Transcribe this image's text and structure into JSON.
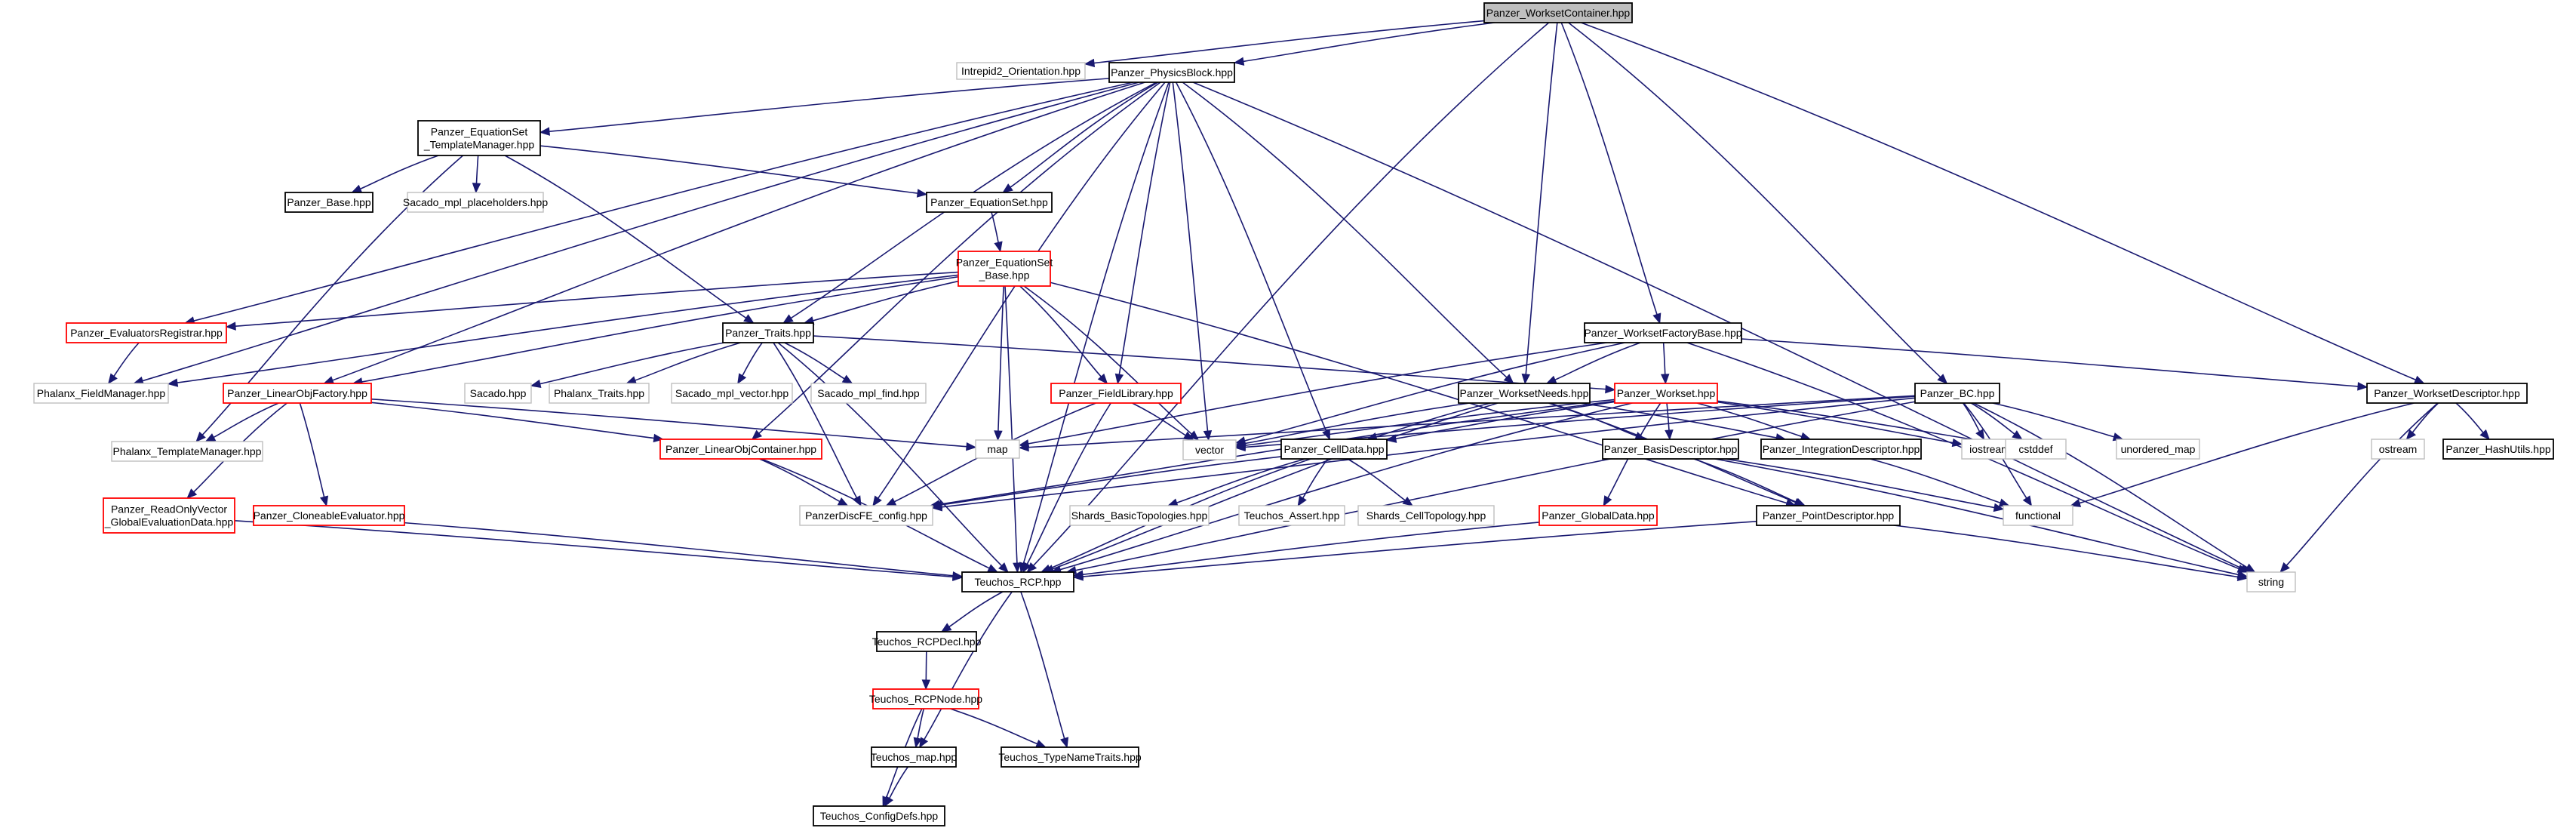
{
  "colors": {
    "root_fill": "#bfbfbf",
    "documented_border": "#000000",
    "external_border": "#bfbfbf",
    "incomplete_border": "#ff0000",
    "edge": "#191970",
    "background": "#ffffff"
  },
  "nodes": [
    {
      "id": "root",
      "label": "Panzer_WorksetContainer.hpp",
      "style": "root"
    },
    {
      "id": "intrepid",
      "label": "Intrepid2_Orientation.hpp",
      "style": "external"
    },
    {
      "id": "physics",
      "label": "Panzer_PhysicsBlock.hpp",
      "style": "documented"
    },
    {
      "id": "eqtm",
      "label": [
        "Panzer_EquationSet",
        "_TemplateManager.hpp"
      ],
      "style": "documented"
    },
    {
      "id": "base",
      "label": "Panzer_Base.hpp",
      "style": "documented"
    },
    {
      "id": "sacado_mpl_ph",
      "label": "Sacado_mpl_placeholders.hpp",
      "style": "external"
    },
    {
      "id": "eqset",
      "label": "Panzer_EquationSet.hpp",
      "style": "documented"
    },
    {
      "id": "eqset_base",
      "label": [
        "Panzer_EquationSet",
        "_Base.hpp"
      ],
      "style": "incomplete"
    },
    {
      "id": "evreg",
      "label": "Panzer_EvaluatorsRegistrar.hpp",
      "style": "incomplete"
    },
    {
      "id": "traits",
      "label": "Panzer_Traits.hpp",
      "style": "documented"
    },
    {
      "id": "wfb",
      "label": "Panzer_WorksetFactoryBase.hpp",
      "style": "documented"
    },
    {
      "id": "phx_fm",
      "label": "Phalanx_FieldManager.hpp",
      "style": "external"
    },
    {
      "id": "lof",
      "label": "Panzer_LinearObjFactory.hpp",
      "style": "incomplete"
    },
    {
      "id": "sacado",
      "label": "Sacado.hpp",
      "style": "external"
    },
    {
      "id": "phx_traits",
      "label": "Phalanx_Traits.hpp",
      "style": "external"
    },
    {
      "id": "sacado_vec",
      "label": "Sacado_mpl_vector.hpp",
      "style": "external"
    },
    {
      "id": "sacado_find",
      "label": "Sacado_mpl_find.hpp",
      "style": "external"
    },
    {
      "id": "fieldlib",
      "label": "Panzer_FieldLibrary.hpp",
      "style": "incomplete"
    },
    {
      "id": "wneeds",
      "label": "Panzer_WorksetNeeds.hpp",
      "style": "documented"
    },
    {
      "id": "workset",
      "label": "Panzer_Workset.hpp",
      "style": "incomplete"
    },
    {
      "id": "bc",
      "label": "Panzer_BC.hpp",
      "style": "documented"
    },
    {
      "id": "wdesc",
      "label": "Panzer_WorksetDescriptor.hpp",
      "style": "documented"
    },
    {
      "id": "phx_tm",
      "label": "Phalanx_TemplateManager.hpp",
      "style": "external"
    },
    {
      "id": "loc",
      "label": "Panzer_LinearObjContainer.hpp",
      "style": "incomplete"
    },
    {
      "id": "map",
      "label": "map",
      "style": "external"
    },
    {
      "id": "vector",
      "label": "vector",
      "style": "external"
    },
    {
      "id": "celldata",
      "label": "Panzer_CellData.hpp",
      "style": "documented"
    },
    {
      "id": "basisdesc",
      "label": "Panzer_BasisDescriptor.hpp",
      "style": "documented"
    },
    {
      "id": "intdesc",
      "label": "Panzer_IntegrationDescriptor.hpp",
      "style": "documented"
    },
    {
      "id": "iostream",
      "label": "iostream",
      "style": "external"
    },
    {
      "id": "cstddef",
      "label": "cstddef",
      "style": "external"
    },
    {
      "id": "umap",
      "label": "unordered_map",
      "style": "external"
    },
    {
      "id": "ostream",
      "label": "ostream",
      "style": "external"
    },
    {
      "id": "hashutils",
      "label": "Panzer_HashUtils.hpp",
      "style": "documented"
    },
    {
      "id": "rovector",
      "label": [
        "Panzer_ReadOnlyVector",
        "_GlobalEvaluationData.hpp"
      ],
      "style": "incomplete"
    },
    {
      "id": "cloneable",
      "label": "Panzer_CloneableEvaluator.hpp",
      "style": "incomplete"
    },
    {
      "id": "discfe",
      "label": "PanzerDiscFE_config.hpp",
      "style": "external"
    },
    {
      "id": "shards_basic",
      "label": "Shards_BasicTopologies.hpp",
      "style": "external"
    },
    {
      "id": "teuchos_assert",
      "label": "Teuchos_Assert.hpp",
      "style": "external"
    },
    {
      "id": "shards_cell",
      "label": "Shards_CellTopology.hpp",
      "style": "external"
    },
    {
      "id": "globaldata",
      "label": "Panzer_GlobalData.hpp",
      "style": "incomplete"
    },
    {
      "id": "pointdesc",
      "label": "Panzer_PointDescriptor.hpp",
      "style": "documented"
    },
    {
      "id": "functional",
      "label": "functional",
      "style": "external"
    },
    {
      "id": "string",
      "label": "string",
      "style": "external"
    },
    {
      "id": "rcp",
      "label": "Teuchos_RCP.hpp",
      "style": "documented"
    },
    {
      "id": "rcpdecl",
      "label": "Teuchos_RCPDecl.hpp",
      "style": "documented"
    },
    {
      "id": "rcpnode",
      "label": "Teuchos_RCPNode.hpp",
      "style": "incomplete"
    },
    {
      "id": "tmap",
      "label": "Teuchos_map.hpp",
      "style": "documented"
    },
    {
      "id": "typenametraits",
      "label": "Teuchos_TypeNameTraits.hpp",
      "style": "documented"
    },
    {
      "id": "configdefs",
      "label": "Teuchos_ConfigDefs.hpp",
      "style": "documented"
    }
  ],
  "edges": [
    [
      "root",
      "intrepid"
    ],
    [
      "root",
      "physics"
    ],
    [
      "root",
      "wneeds"
    ],
    [
      "root",
      "wfb"
    ],
    [
      "root",
      "bc"
    ],
    [
      "root",
      "wdesc"
    ],
    [
      "root",
      "rcp"
    ],
    [
      "physics",
      "eqtm"
    ],
    [
      "physics",
      "eqset"
    ],
    [
      "physics",
      "evreg"
    ],
    [
      "physics",
      "traits"
    ],
    [
      "physics",
      "phx_fm"
    ],
    [
      "physics",
      "lof"
    ],
    [
      "physics",
      "fieldlib"
    ],
    [
      "physics",
      "wneeds"
    ],
    [
      "physics",
      "celldata"
    ],
    [
      "physics",
      "vector"
    ],
    [
      "physics",
      "discfe"
    ],
    [
      "physics",
      "rcp"
    ],
    [
      "physics",
      "string"
    ],
    [
      "physics",
      "loc"
    ],
    [
      "eqtm",
      "base"
    ],
    [
      "eqtm",
      "sacado_mpl_ph"
    ],
    [
      "eqtm",
      "eqset"
    ],
    [
      "eqtm",
      "traits"
    ],
    [
      "eqtm",
      "phx_tm"
    ],
    [
      "eqset",
      "eqset_base"
    ],
    [
      "eqset_base",
      "evreg"
    ],
    [
      "eqset_base",
      "traits"
    ],
    [
      "eqset_base",
      "phx_fm"
    ],
    [
      "eqset_base",
      "lof"
    ],
    [
      "eqset_base",
      "fieldlib"
    ],
    [
      "eqset_base",
      "map"
    ],
    [
      "eqset_base",
      "vector"
    ],
    [
      "eqset_base",
      "rcp"
    ],
    [
      "eqset_base",
      "pointdesc"
    ],
    [
      "evreg",
      "phx_fm"
    ],
    [
      "traits",
      "sacado"
    ],
    [
      "traits",
      "phx_traits"
    ],
    [
      "traits",
      "sacado_vec"
    ],
    [
      "traits",
      "sacado_find"
    ],
    [
      "traits",
      "discfe"
    ],
    [
      "traits",
      "workset"
    ],
    [
      "traits",
      "rcp"
    ],
    [
      "lof",
      "phx_tm"
    ],
    [
      "lof",
      "rovector"
    ],
    [
      "lof",
      "cloneable"
    ],
    [
      "lof",
      "loc"
    ],
    [
      "lof",
      "map"
    ],
    [
      "loc",
      "discfe"
    ],
    [
      "loc",
      "rcp"
    ],
    [
      "fieldlib",
      "vector"
    ],
    [
      "fieldlib",
      "discfe"
    ],
    [
      "fieldlib",
      "rcp"
    ],
    [
      "wfb",
      "map"
    ],
    [
      "wfb",
      "vector"
    ],
    [
      "wfb",
      "wneeds"
    ],
    [
      "wfb",
      "workset"
    ],
    [
      "wfb",
      "wdesc"
    ],
    [
      "wfb",
      "string"
    ],
    [
      "wneeds",
      "basisdesc"
    ],
    [
      "wneeds",
      "intdesc"
    ],
    [
      "wneeds",
      "pointdesc"
    ],
    [
      "wneeds",
      "vector"
    ],
    [
      "wneeds",
      "rcp"
    ],
    [
      "wneeds",
      "celldata"
    ],
    [
      "workset",
      "celldata"
    ],
    [
      "workset",
      "basisdesc"
    ],
    [
      "workset",
      "intdesc"
    ],
    [
      "workset",
      "iostream"
    ],
    [
      "workset",
      "cstddef"
    ],
    [
      "workset",
      "vector"
    ],
    [
      "workset",
      "discfe"
    ],
    [
      "workset",
      "globaldata"
    ],
    [
      "workset",
      "rcp"
    ],
    [
      "bc",
      "map"
    ],
    [
      "bc",
      "vector"
    ],
    [
      "bc",
      "string"
    ],
    [
      "bc",
      "iostream"
    ],
    [
      "bc",
      "cstddef"
    ],
    [
      "bc",
      "umap"
    ],
    [
      "bc",
      "functional"
    ],
    [
      "bc",
      "rcp"
    ],
    [
      "bc",
      "discfe"
    ],
    [
      "wdesc",
      "ostream"
    ],
    [
      "wdesc",
      "hashutils"
    ],
    [
      "wdesc",
      "functional"
    ],
    [
      "wdesc",
      "string"
    ],
    [
      "celldata",
      "discfe"
    ],
    [
      "celldata",
      "shards_basic"
    ],
    [
      "celldata",
      "teuchos_assert"
    ],
    [
      "celldata",
      "shards_cell"
    ],
    [
      "celldata",
      "rcp"
    ],
    [
      "basisdesc",
      "pointdesc"
    ],
    [
      "basisdesc",
      "functional"
    ],
    [
      "basisdesc",
      "string"
    ],
    [
      "intdesc",
      "functional"
    ],
    [
      "pointdesc",
      "rcp"
    ],
    [
      "pointdesc",
      "string"
    ],
    [
      "globaldata",
      "rcp"
    ],
    [
      "rovector",
      "rcp"
    ],
    [
      "cloneable",
      "rcp"
    ],
    [
      "rcp",
      "rcpdecl"
    ],
    [
      "rcp",
      "tmap"
    ],
    [
      "rcp",
      "typenametraits"
    ],
    [
      "rcpdecl",
      "rcpnode"
    ],
    [
      "rcpnode",
      "tmap"
    ],
    [
      "rcpnode",
      "typenametraits"
    ],
    [
      "rcpnode",
      "configdefs"
    ],
    [
      "tmap",
      "configdefs"
    ]
  ]
}
